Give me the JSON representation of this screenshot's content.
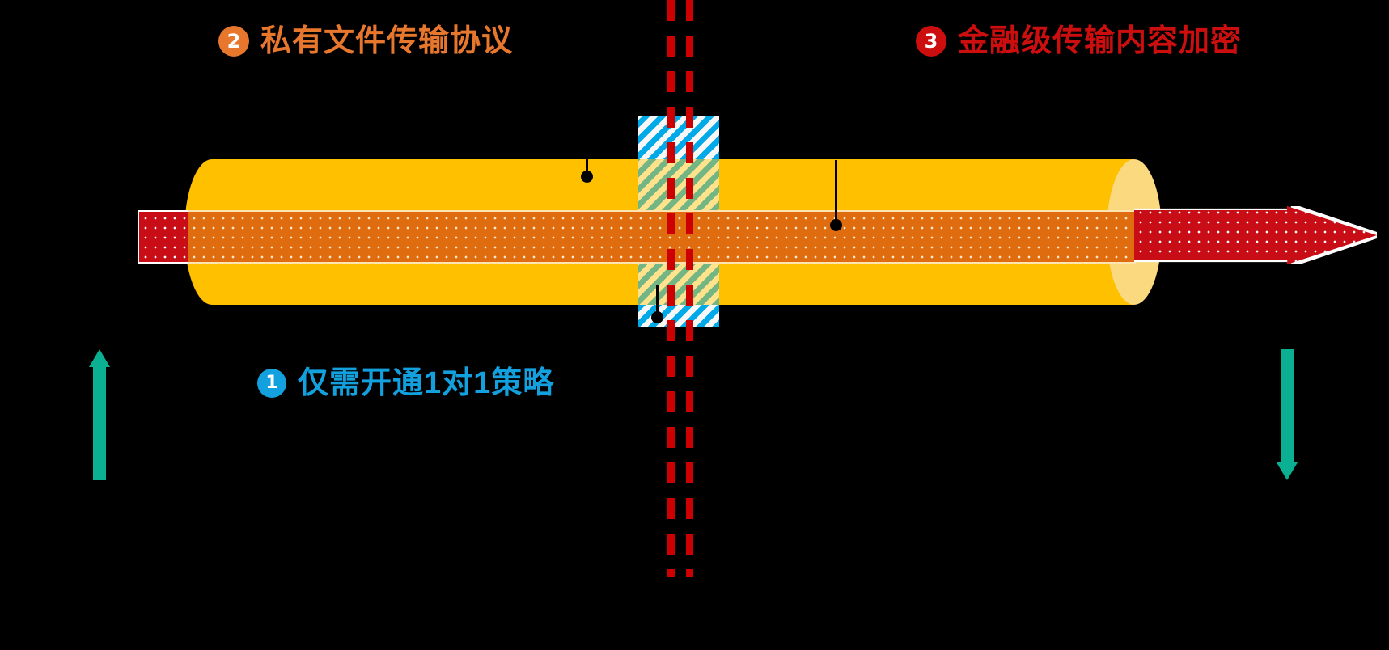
{
  "diagram": {
    "title_present": false,
    "background_color": "#000000",
    "callouts": [
      {
        "number": "1",
        "text": "仅需开通1对1策略",
        "color": "#13A0DE",
        "position": "below-left"
      },
      {
        "number": "2",
        "text": "私有文件传输协议",
        "color": "#E8772E",
        "position": "top-left"
      },
      {
        "number": "3",
        "text": "金融级传输内容加密",
        "color": "#CC0E0E",
        "position": "top-right"
      }
    ],
    "shapes": {
      "cylinder": {
        "name": "transmission-tunnel-cylinder",
        "body_color": "#FFC000",
        "cap_color": "#FAD97F"
      },
      "inner_arrow": {
        "name": "data-flow-arrow",
        "segment_color": "#E06C10",
        "endpoint_color": "#C80D17",
        "pattern": "dotted",
        "direction": "left-to-right"
      },
      "inspection_box": {
        "name": "protocol-boundary-box",
        "color": "#00AEEF",
        "pattern": "diagonal-hatch"
      },
      "boundary_lines": {
        "name": "network-boundary-dashed-lines",
        "color": "#CC0000",
        "style": "dashed",
        "count": 2
      },
      "side_arrows": [
        {
          "name": "left-uplink-arrow",
          "color": "#0BB093",
          "direction": "up"
        },
        {
          "name": "right-downlink-arrow",
          "color": "#0BB093",
          "direction": "down"
        }
      ]
    },
    "leaders": [
      {
        "name": "leader-to-tunnel-wall",
        "target": "cylinder-body"
      },
      {
        "name": "leader-to-inner-arrow",
        "target": "data-flow-arrow"
      },
      {
        "name": "leader-to-boundary-box",
        "target": "protocol-boundary-box"
      }
    ]
  }
}
